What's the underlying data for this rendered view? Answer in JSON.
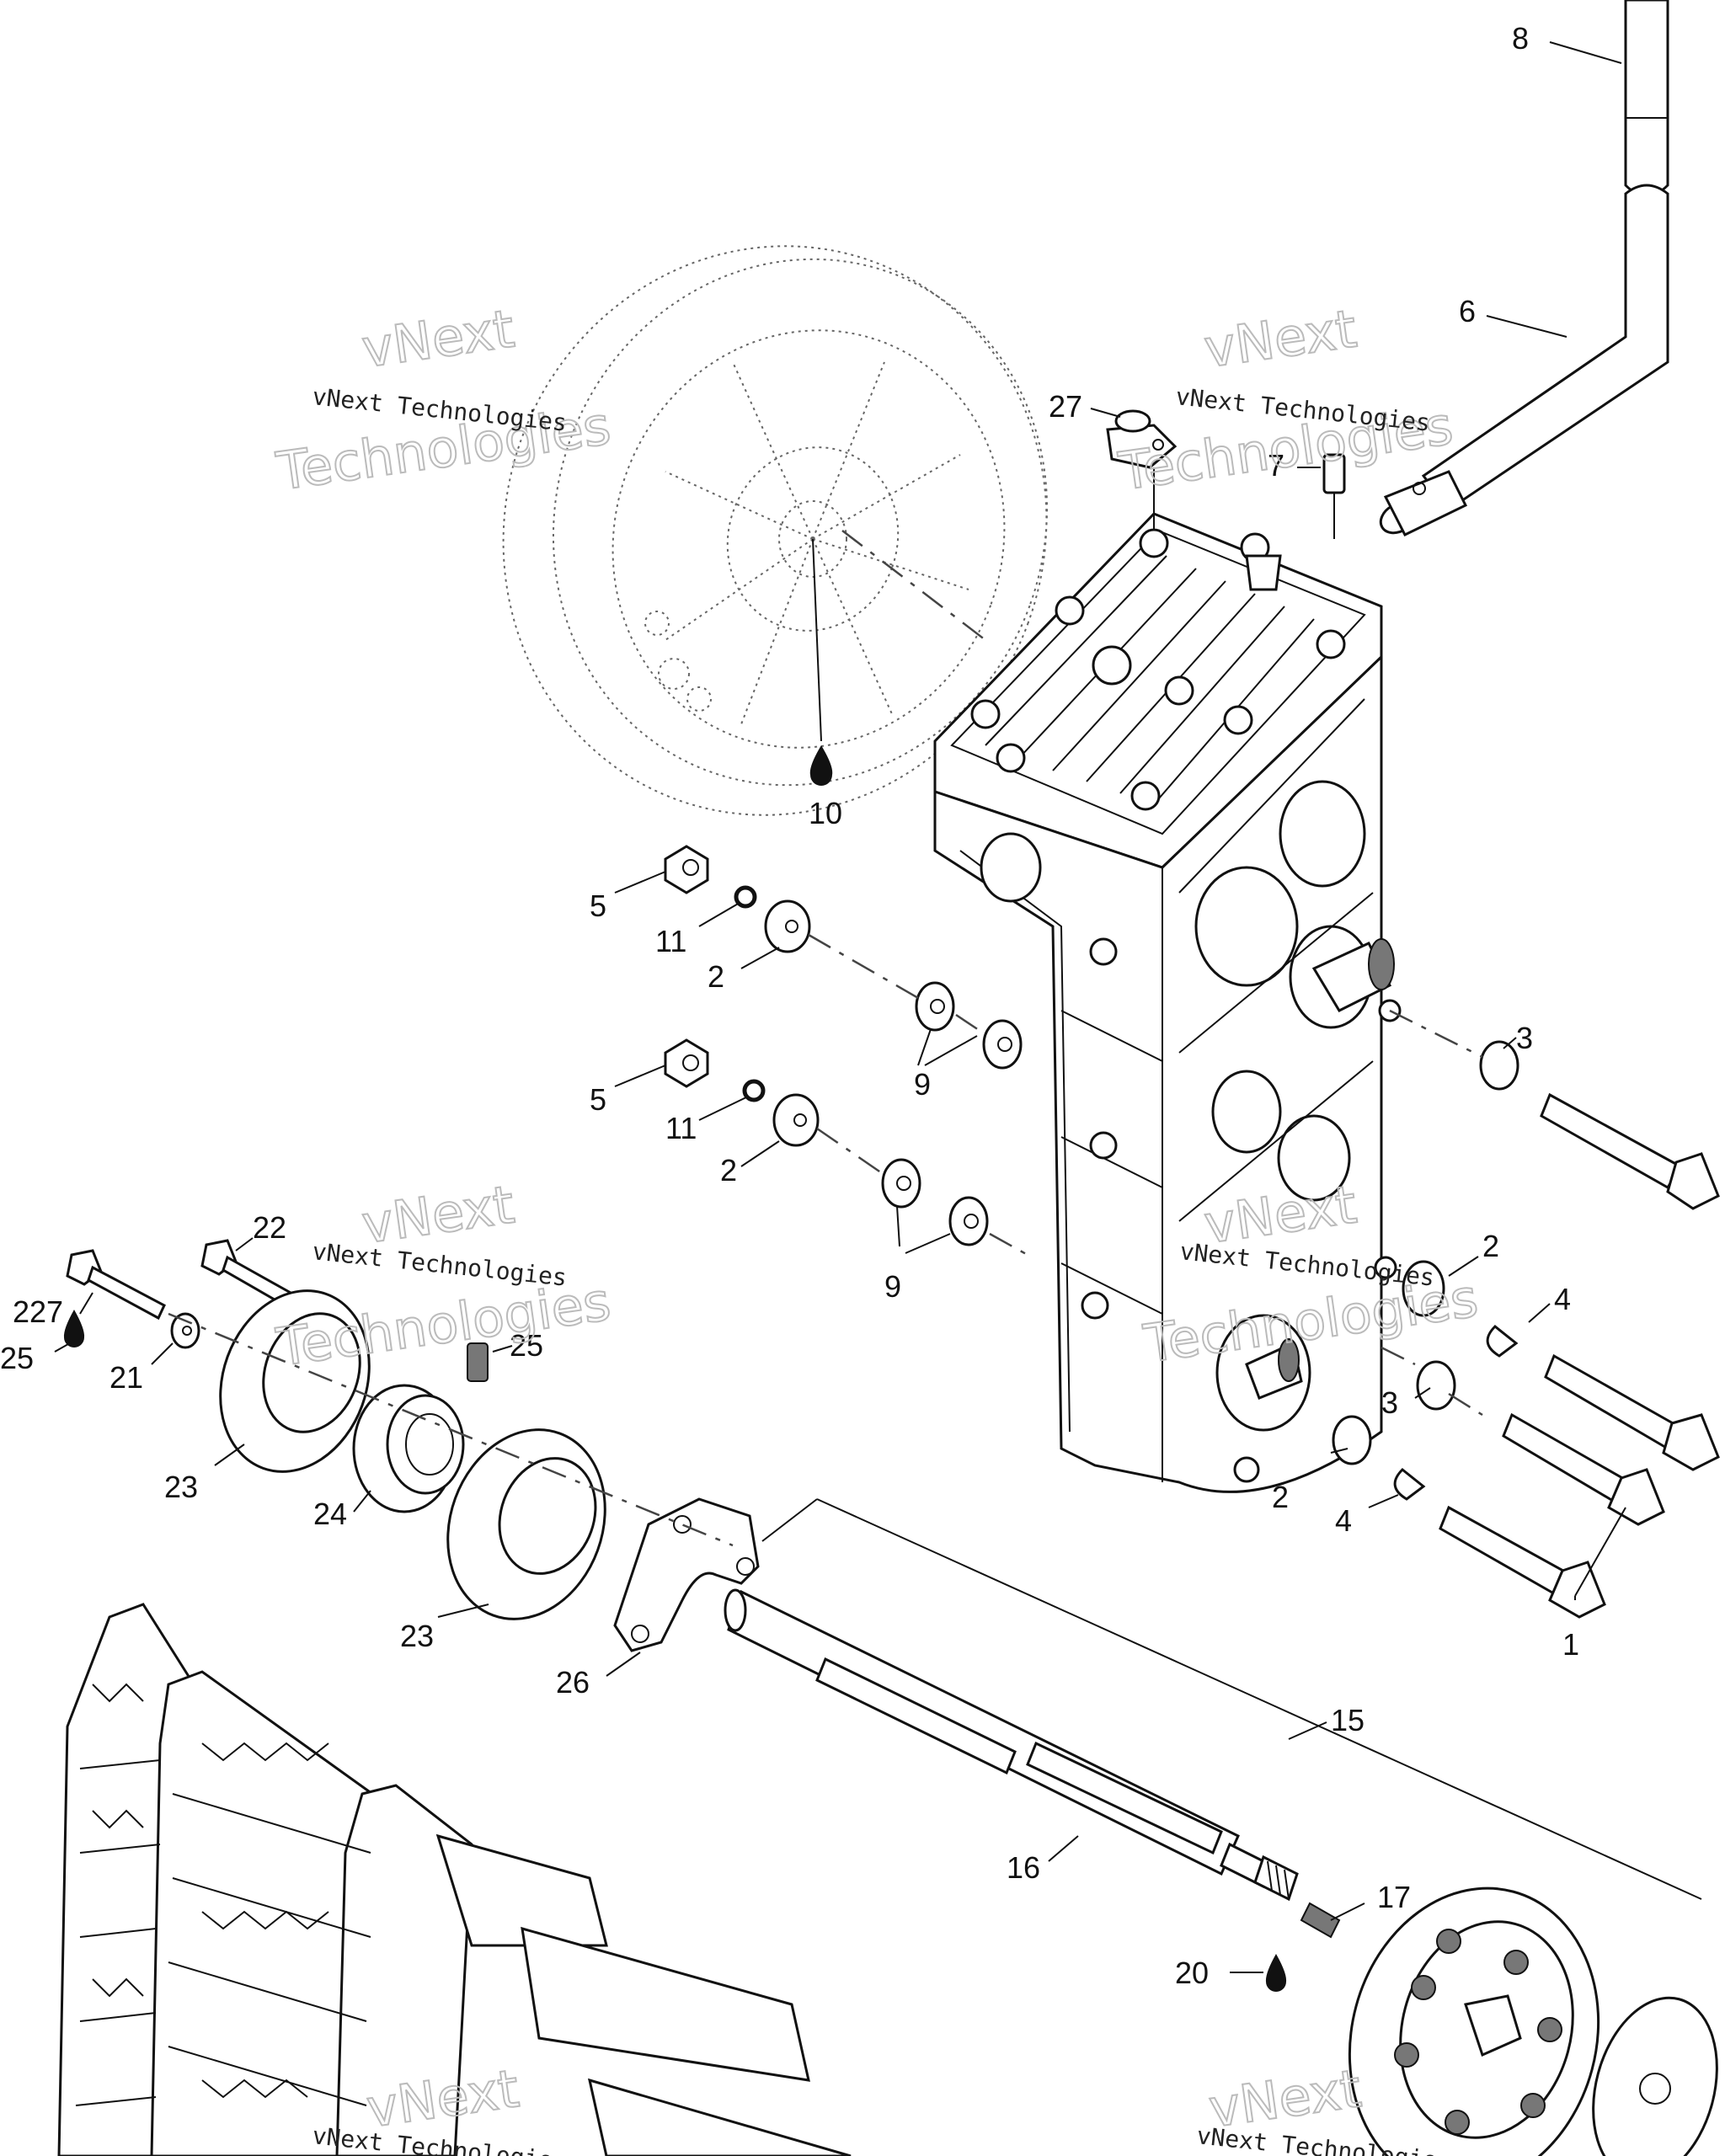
{
  "watermark": {
    "small": "vNext Technologies",
    "big_1": "vNext",
    "big_2": "Technologies"
  },
  "callouts": [
    {
      "key": "c8",
      "text": "8"
    },
    {
      "key": "c6",
      "text": "6"
    },
    {
      "key": "c27",
      "text": "27"
    },
    {
      "key": "c7",
      "text": "7"
    },
    {
      "key": "c10",
      "text": "10"
    },
    {
      "key": "c5a",
      "text": "5"
    },
    {
      "key": "c11a",
      "text": "11"
    },
    {
      "key": "c2a",
      "text": "2"
    },
    {
      "key": "c9a",
      "text": "9"
    },
    {
      "key": "c5b",
      "text": "5"
    },
    {
      "key": "c11b",
      "text": "11"
    },
    {
      "key": "c2b",
      "text": "2"
    },
    {
      "key": "c9b",
      "text": "9"
    },
    {
      "key": "c3a",
      "text": "3"
    },
    {
      "key": "c2c",
      "text": "2"
    },
    {
      "key": "c4a",
      "text": "4"
    },
    {
      "key": "c3b",
      "text": "3"
    },
    {
      "key": "c2d",
      "text": "2"
    },
    {
      "key": "c4b",
      "text": "4"
    },
    {
      "key": "c1",
      "text": "1"
    },
    {
      "key": "c22",
      "text": "22"
    },
    {
      "key": "c227",
      "text": "227"
    },
    {
      "key": "c25a",
      "text": "25"
    },
    {
      "key": "c21",
      "text": "21"
    },
    {
      "key": "c25b",
      "text": "25"
    },
    {
      "key": "c23a",
      "text": "23"
    },
    {
      "key": "c24",
      "text": "24"
    },
    {
      "key": "c23b",
      "text": "23"
    },
    {
      "key": "c26",
      "text": "26"
    },
    {
      "key": "c15",
      "text": "15"
    },
    {
      "key": "c16",
      "text": "16"
    },
    {
      "key": "c17",
      "text": "17"
    },
    {
      "key": "c20",
      "text": "20"
    }
  ],
  "callout_map": {
    "c8": "8",
    "c6": "6",
    "c27": "27",
    "c7": "7",
    "c10": "10",
    "c5a": "5",
    "c11a": "11",
    "c2a": "2",
    "c9a": "9",
    "c5b": "5",
    "c11b": "11",
    "c2b": "2",
    "c9b": "9",
    "c3a": "3",
    "c2c": "2",
    "c4a": "4",
    "c3b": "3",
    "c2d": "2",
    "c4b": "4",
    "c1": "1",
    "c22": "22",
    "c227": "227",
    "c25a": "25",
    "c21": "21",
    "c25b": "25",
    "c23a": "23",
    "c24": "24",
    "c23b": "23",
    "c26": "26",
    "c15": "15",
    "c16": "16",
    "c17": "17",
    "c20": "20"
  },
  "icons": {
    "lubricant": "oil-drop-icon"
  }
}
